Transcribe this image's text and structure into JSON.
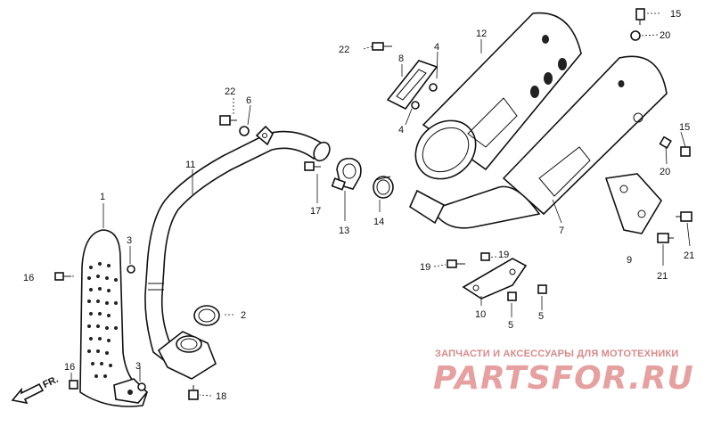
{
  "labels": {
    "p1": "1",
    "p2": "2",
    "p3a": "3",
    "p3b": "3",
    "p4a": "4",
    "p4b": "4",
    "p5a": "5",
    "p5b": "5",
    "p6": "6",
    "p7": "7",
    "p8": "8",
    "p9": "9",
    "p10": "10",
    "p11": "11",
    "p12": "12",
    "p13": "13",
    "p14": "14",
    "p15a": "15",
    "p15b": "15",
    "p16a": "16",
    "p16b": "16",
    "p17": "17",
    "p18": "18",
    "p19a": "19",
    "p19b": "19",
    "p20a": "20",
    "p20b": "20",
    "p21a": "21",
    "p21b": "21",
    "p22a": "22",
    "p22b": "22",
    "fr": "FR."
  },
  "watermark": {
    "tagline": "ЗАПЧАСТИ И АКСЕССУАРЫ ДЛЯ МОТОТЕХНИКИ",
    "logo": "PARTSFOR.RU"
  }
}
